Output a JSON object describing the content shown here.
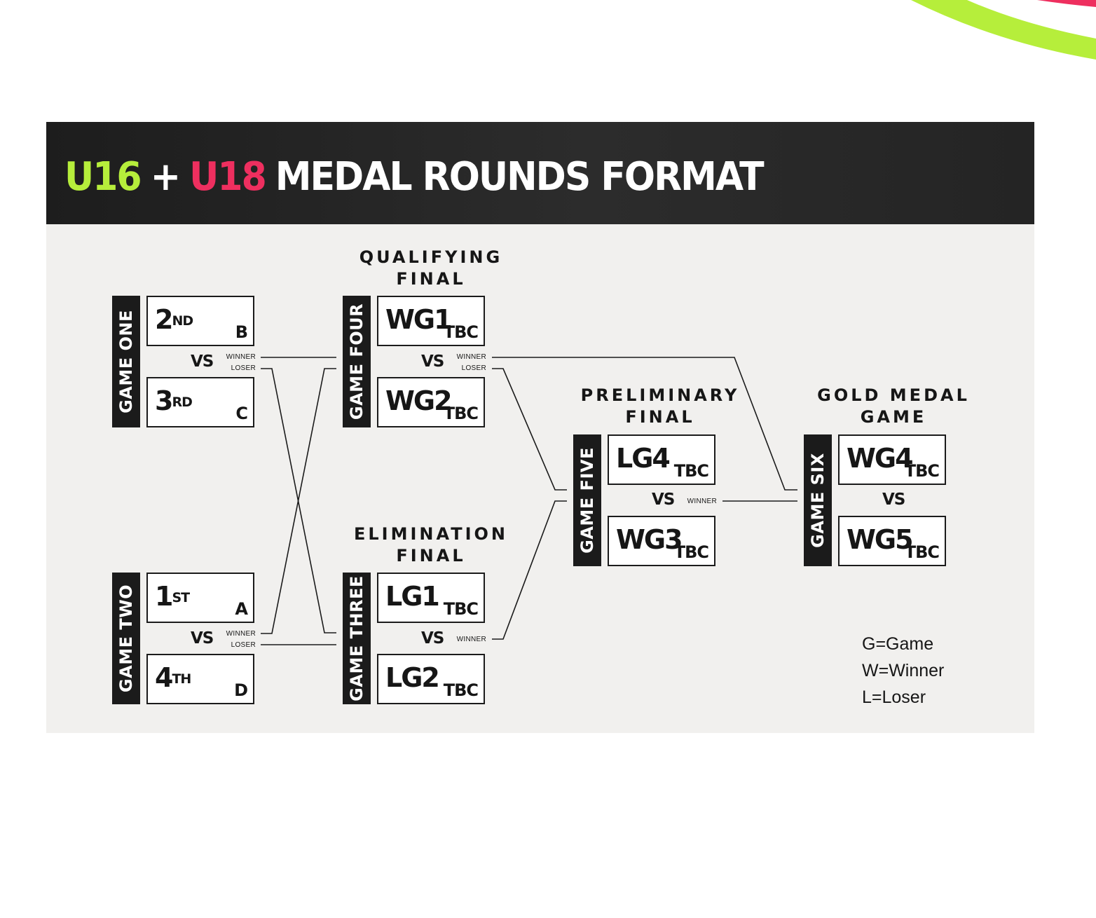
{
  "title": {
    "u16": "U16",
    "plus": "+",
    "u18": "U18",
    "rest": "MEDAL ROUNDS FORMAT"
  },
  "colors": {
    "u16": "#b6ee3b",
    "u18": "#ee2f5f",
    "header_bg": "#242424",
    "panel_bg": "#f1f0ee"
  },
  "rounds": {
    "qualifying": "QUALIFYING FINAL",
    "elimination": "ELIMINATION FINAL",
    "preliminary": "PRELIMINARY FINAL",
    "gold": "GOLD MEDAL GAME"
  },
  "games": {
    "one": {
      "label": "GAME ONE",
      "top": {
        "main": "2",
        "sup": "ND",
        "sub": "B"
      },
      "bottom": {
        "main": "3",
        "sup": "RD",
        "sub": "C"
      },
      "vs": "VS",
      "winner": "WINNER",
      "loser": "LOSER"
    },
    "two": {
      "label": "GAME TWO",
      "top": {
        "main": "1",
        "sup": "ST",
        "sub": "A"
      },
      "bottom": {
        "main": "4",
        "sup": "TH",
        "sub": "D"
      },
      "vs": "VS",
      "winner": "WINNER",
      "loser": "LOSER"
    },
    "four": {
      "label": "GAME FOUR",
      "top": {
        "main": "WG1",
        "sub": "TBC"
      },
      "bottom": {
        "main": "WG2",
        "sub": "TBC"
      },
      "vs": "VS",
      "winner": "WINNER",
      "loser": "LOSER"
    },
    "three": {
      "label": "GAME THREE",
      "top": {
        "main": "LG1",
        "sub": "TBC"
      },
      "bottom": {
        "main": "LG2",
        "sub": "TBC"
      },
      "vs": "VS",
      "winner": "WINNER"
    },
    "five": {
      "label": "GAME FIVE",
      "top": {
        "main": "LG4",
        "sub": "TBC"
      },
      "bottom": {
        "main": "WG3",
        "sub": "TBC"
      },
      "vs": "VS",
      "winner": "WINNER"
    },
    "six": {
      "label": "GAME SIX",
      "top": {
        "main": "WG4",
        "sub": "TBC"
      },
      "bottom": {
        "main": "WG5",
        "sub": "TBC"
      },
      "vs": "VS"
    }
  },
  "legend": [
    "G=Game",
    "W=Winner",
    "L=Loser"
  ]
}
